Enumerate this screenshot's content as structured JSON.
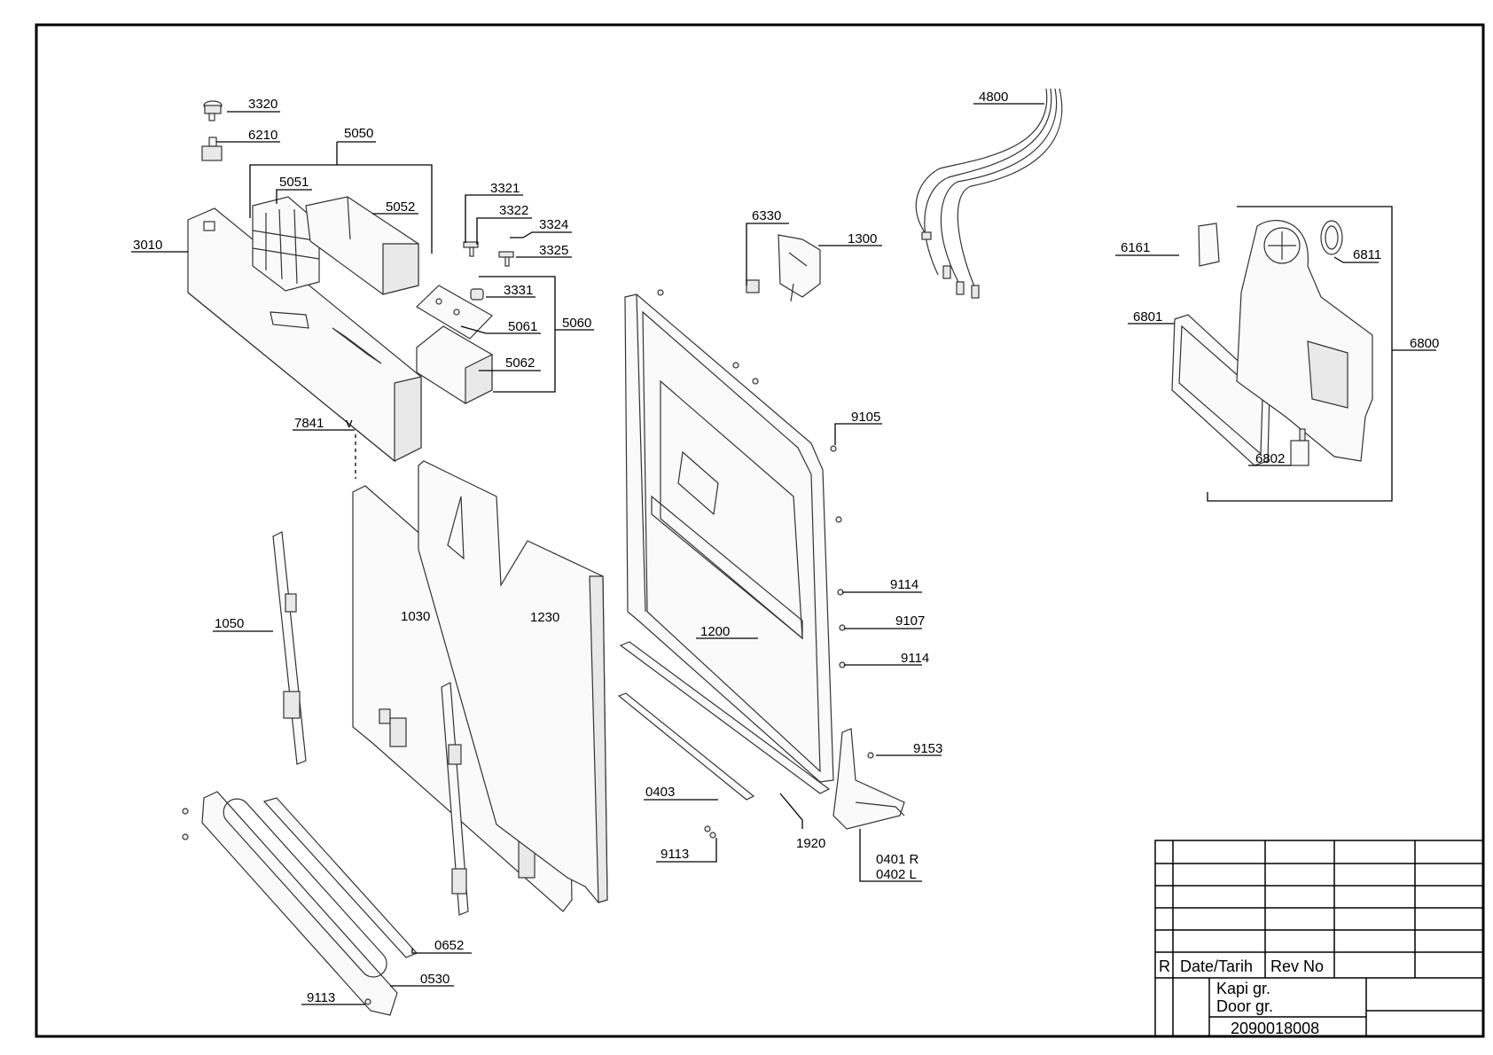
{
  "drawing": {
    "part_labels": [
      "3320",
      "6210",
      "5050",
      "5051",
      "5052",
      "3010",
      "3321",
      "3322",
      "3324",
      "3325",
      "3331",
      "5061",
      "5060",
      "5062",
      "7841",
      "v",
      "1050",
      "1030",
      "1230",
      "0652",
      "0530",
      "9113",
      "4800",
      "6330",
      "1300",
      "9105",
      "9114",
      "9107",
      "9153",
      "1200",
      "0403",
      "1920",
      "0401 R",
      "0402 L",
      "6161",
      "6811",
      "6801",
      "6800",
      "6802"
    ]
  },
  "title_block": {
    "revision_marker": "R",
    "date_header": "Date/Tarih",
    "rev_header": "Rev No",
    "title_tr": "Kapi gr.",
    "title_en": "Door gr.",
    "drawing_number": "2090018008"
  }
}
